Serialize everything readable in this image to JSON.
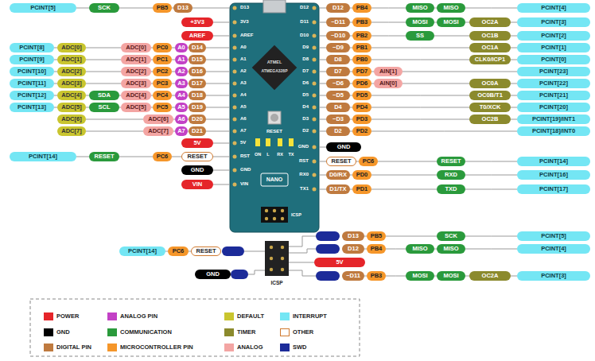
{
  "diagram": {
    "nodes": [
      {
        "text": [
          "PCINT[5]"
        ]
      },
      {
        "text": [
          "SCK"
        ]
      },
      {
        "text": [
          "PB5"
        ]
      },
      {
        "text": [
          "D13"
        ]
      },
      {
        "text": [
          "+3V3"
        ]
      },
      {
        "text": [
          "AREF"
        ]
      },
      {
        "text": [
          "PCINT[8]"
        ]
      },
      {
        "text": [
          "ADC[0]"
        ]
      },
      {
        "text": [
          "ADC[0]"
        ]
      },
      {
        "text": [
          "PC0"
        ]
      },
      {
        "text": [
          "A0"
        ]
      },
      {
        "text": [
          "D14"
        ]
      },
      {
        "text": [
          "PCINT[9]"
        ]
      },
      {
        "text": [
          "ADC[1]"
        ]
      },
      {
        "text": [
          "ADC[1]"
        ]
      },
      {
        "text": [
          "PC1"
        ]
      },
      {
        "text": [
          "A1"
        ]
      },
      {
        "text": [
          "D15"
        ]
      },
      {
        "text": [
          "PCINT[10]"
        ]
      },
      {
        "text": [
          "ADC[2]"
        ]
      },
      {
        "text": [
          "ADC[2]"
        ]
      },
      {
        "text": [
          "PC2"
        ]
      },
      {
        "text": [
          "A2"
        ]
      },
      {
        "text": [
          "D16"
        ]
      },
      {
        "text": [
          "PCINT[11]"
        ]
      },
      {
        "text": [
          "ADC[3]"
        ]
      },
      {
        "text": [
          "ADC[3]"
        ]
      },
      {
        "text": [
          "PC3"
        ]
      },
      {
        "text": [
          "A3"
        ]
      },
      {
        "text": [
          "D17"
        ]
      },
      {
        "text": [
          "PCINT[12]"
        ]
      },
      {
        "text": [
          "ADC[4]"
        ]
      },
      {
        "text": [
          "SDA"
        ]
      },
      {
        "text": [
          "ADC[4]"
        ]
      },
      {
        "text": [
          "PC4"
        ]
      },
      {
        "text": [
          "A4"
        ]
      },
      {
        "text": [
          "D18"
        ]
      },
      {
        "text": [
          "PCINT[13]"
        ]
      },
      {
        "text": [
          "ADC[5]"
        ]
      },
      {
        "text": [
          "SCL"
        ]
      },
      {
        "text": [
          "ADC[5]"
        ]
      },
      {
        "text": [
          "PC5"
        ]
      },
      {
        "text": [
          "A5"
        ]
      },
      {
        "text": [
          "D19"
        ]
      },
      {
        "text": [
          "ADC[6]"
        ]
      },
      {
        "text": [
          "ADC[6]"
        ]
      },
      {
        "text": [
          "A6"
        ]
      },
      {
        "text": [
          "D20"
        ]
      },
      {
        "text": [
          "ADC[7]"
        ]
      },
      {
        "text": [
          "ADC[7]"
        ]
      },
      {
        "text": [
          "A7"
        ]
      },
      {
        "text": [
          "D21"
        ]
      },
      {
        "text": [
          "5V"
        ]
      },
      {
        "text": [
          "PCINT[14]"
        ]
      },
      {
        "text": [
          "RESET"
        ]
      },
      {
        "text": [
          "PC6"
        ]
      },
      {
        "text": [
          "RESET"
        ]
      },
      {
        "text": [
          "GND"
        ]
      },
      {
        "text": [
          "VIN"
        ]
      },
      {
        "text": [
          "D12"
        ]
      },
      {
        "text": [
          "PB4"
        ]
      },
      {
        "text": [
          "MISO"
        ]
      },
      {
        "text": [
          "MISO"
        ]
      },
      {
        "text": [
          "PCINT[4]"
        ]
      },
      {
        "text": [
          "~D11"
        ]
      },
      {
        "text": [
          "PB3"
        ]
      },
      {
        "text": [
          "MOSI"
        ]
      },
      {
        "text": [
          "MOSI"
        ]
      },
      {
        "text": [
          "OC2A"
        ]
      },
      {
        "text": [
          "PCINT[3]"
        ]
      },
      {
        "text": [
          "~D10"
        ]
      },
      {
        "text": [
          "PB2"
        ]
      },
      {
        "text": [
          "SS"
        ]
      },
      {
        "text": [
          "OC1B"
        ]
      },
      {
        "text": [
          "PCINT[2]"
        ]
      },
      {
        "text": [
          "~D9"
        ]
      },
      {
        "text": [
          "PB1"
        ]
      },
      {
        "text": [
          "OC1A"
        ]
      },
      {
        "text": [
          "PCINT[1]"
        ]
      },
      {
        "text": [
          "D8"
        ]
      },
      {
        "text": [
          "PB0"
        ]
      },
      {
        "text": [
          "CLK0/ICP1"
        ]
      },
      {
        "text": [
          "PCINT[0]"
        ]
      },
      {
        "text": [
          "D7"
        ]
      },
      {
        "text": [
          "PD7"
        ]
      },
      {
        "text": [
          "AIN[1]"
        ]
      },
      {
        "text": [
          "PCINT[23]"
        ]
      },
      {
        "text": [
          "~D6"
        ]
      },
      {
        "text": [
          "PD6"
        ]
      },
      {
        "text": [
          "AIN[0]"
        ]
      },
      {
        "text": [
          "OC0A"
        ]
      },
      {
        "text": [
          "PCINT[22]"
        ]
      },
      {
        "text": [
          "~D5"
        ]
      },
      {
        "text": [
          "PD5"
        ]
      },
      {
        "text": [
          "OC0B/T1"
        ]
      },
      {
        "text": [
          "PCINT[21]"
        ]
      },
      {
        "text": [
          "D4"
        ]
      },
      {
        "text": [
          "PD4"
        ]
      },
      {
        "text": [
          "T0/XCK"
        ]
      },
      {
        "text": [
          "PCINT[20]"
        ]
      },
      {
        "text": [
          "~D3"
        ]
      },
      {
        "text": [
          "PD3"
        ]
      },
      {
        "text": [
          "OC2B"
        ]
      },
      {
        "text": [
          "PCINT[19]/INT1"
        ]
      },
      {
        "text": [
          "D2"
        ]
      },
      {
        "text": [
          "PD2"
        ]
      },
      {
        "text": [
          "PCINT[18]/INT0"
        ]
      },
      {
        "text": [
          "GND"
        ]
      },
      {
        "text": [
          "RESET"
        ]
      },
      {
        "text": [
          "PC6"
        ]
      },
      {
        "text": [
          "RESET"
        ]
      },
      {
        "text": [
          "PCINT[14]"
        ]
      },
      {
        "text": [
          "D0/RX"
        ]
      },
      {
        "text": [
          "PD0"
        ]
      },
      {
        "text": [
          "RXD"
        ]
      },
      {
        "text": [
          "PCINT[16]"
        ]
      },
      {
        "text": [
          "D1/TX"
        ]
      },
      {
        "text": [
          "PD1"
        ]
      },
      {
        "text": [
          "TXD"
        ]
      },
      {
        "text": [
          "PCINT[17]"
        ]
      },
      {
        "text": [
          "PCINT[14]"
        ]
      },
      {
        "text": [
          "PC6"
        ]
      },
      {
        "text": [
          "RESET"
        ]
      },
      {
        "text": [
          "GND"
        ]
      },
      {
        "text": [
          "D13"
        ]
      },
      {
        "text": [
          "PB5"
        ]
      },
      {
        "text": [
          "SCK"
        ]
      },
      {
        "text": [
          "PCINT[5]"
        ]
      },
      {
        "text": [
          "D12"
        ]
      },
      {
        "text": [
          "PB4"
        ]
      },
      {
        "text": [
          "MISO"
        ]
      },
      {
        "text": [
          "MISO"
        ]
      },
      {
        "text": [
          "PCINT[4]"
        ]
      },
      {
        "text": [
          "5V"
        ]
      },
      {
        "text": [
          "~D11"
        ]
      },
      {
        "text": [
          "PB3"
        ]
      },
      {
        "text": [
          "MOSI"
        ]
      },
      {
        "text": [
          "MOSI"
        ]
      },
      {
        "text": [
          "OC2A"
        ]
      },
      {
        "text": [
          "PCINT[3]"
        ]
      }
    ],
    "edges": [
      {
        "from": 0,
        "to": 1,
        "arrow": "none"
      },
      {
        "from": 1,
        "to": 2,
        "arrow": "none"
      },
      {
        "from": 2,
        "to": 3,
        "arrow": "none"
      },
      {
        "from": 6,
        "to": 7,
        "arrow": "none"
      },
      {
        "from": 7,
        "to": 8,
        "arrow": "none"
      },
      {
        "from": 8,
        "to": 9,
        "arrow": "none"
      },
      {
        "from": 9,
        "to": 10,
        "arrow": "none"
      },
      {
        "from": 10,
        "to": 11,
        "arrow": "none"
      },
      {
        "from": 12,
        "to": 13,
        "arrow": "none"
      },
      {
        "from": 13,
        "to": 14,
        "arrow": "none"
      },
      {
        "from": 14,
        "to": 15,
        "arrow": "none"
      },
      {
        "from": 15,
        "to": 16,
        "arrow": "none"
      },
      {
        "from": 16,
        "to": 17,
        "arrow": "none"
      },
      {
        "from": 18,
        "to": 19,
        "arrow": "none"
      },
      {
        "from": 19,
        "to": 20,
        "arrow": "none"
      },
      {
        "from": 20,
        "to": 21,
        "arrow": "none"
      },
      {
        "from": 21,
        "to": 22,
        "arrow": "none"
      },
      {
        "from": 22,
        "to": 23,
        "arrow": "none"
      },
      {
        "from": 24,
        "to": 25,
        "arrow": "none"
      },
      {
        "from": 25,
        "to": 26,
        "arrow": "none"
      },
      {
        "from": 26,
        "to": 27,
        "arrow": "none"
      },
      {
        "from": 27,
        "to": 28,
        "arrow": "none"
      },
      {
        "from": 28,
        "to": 29,
        "arrow": "none"
      },
      {
        "from": 30,
        "to": 31,
        "arrow": "none"
      },
      {
        "from": 31,
        "to": 32,
        "arrow": "none"
      },
      {
        "from": 32,
        "to": 33,
        "arrow": "none"
      },
      {
        "from": 33,
        "to": 34,
        "arrow": "none"
      },
      {
        "from": 34,
        "to": 35,
        "arrow": "none"
      },
      {
        "from": 35,
        "to": 36,
        "arrow": "none"
      },
      {
        "from": 37,
        "to": 38,
        "arrow": "none"
      },
      {
        "from": 38,
        "to": 39,
        "arrow": "none"
      },
      {
        "from": 39,
        "to": 40,
        "arrow": "none"
      },
      {
        "from": 40,
        "to": 41,
        "arrow": "none"
      },
      {
        "from": 41,
        "to": 42,
        "arrow": "none"
      },
      {
        "from": 42,
        "to": 43,
        "arrow": "none"
      },
      {
        "from": 44,
        "to": 45,
        "arrow": "none"
      },
      {
        "from": 45,
        "to": 46,
        "arrow": "none"
      },
      {
        "from": 46,
        "to": 47,
        "arrow": "none"
      },
      {
        "from": 48,
        "to": 49,
        "arrow": "none"
      },
      {
        "from": 49,
        "to": 50,
        "arrow": "none"
      },
      {
        "from": 50,
        "to": 51,
        "arrow": "none"
      },
      {
        "from": 53,
        "to": 54,
        "arrow": "none"
      },
      {
        "from": 54,
        "to": 55,
        "arrow": "none"
      },
      {
        "from": 55,
        "to": 56,
        "arrow": "none"
      },
      {
        "from": 59,
        "to": 60,
        "arrow": "none"
      },
      {
        "from": 60,
        "to": 61,
        "arrow": "none"
      },
      {
        "from": 61,
        "to": 62,
        "arrow": "none"
      },
      {
        "from": 62,
        "to": 63,
        "arrow": "none"
      },
      {
        "from": 64,
        "to": 65,
        "arrow": "none"
      },
      {
        "from": 65,
        "to": 66,
        "arrow": "none"
      },
      {
        "from": 66,
        "to": 67,
        "arrow": "none"
      },
      {
        "from": 67,
        "to": 68,
        "arrow": "none"
      },
      {
        "from": 68,
        "to": 69,
        "arrow": "none"
      },
      {
        "from": 70,
        "to": 71,
        "arrow": "none"
      },
      {
        "from": 71,
        "to": 72,
        "arrow": "none"
      },
      {
        "from": 72,
        "to": 73,
        "arrow": "none"
      },
      {
        "from": 73,
        "to": 74,
        "arrow": "none"
      },
      {
        "from": 75,
        "to": 76,
        "arrow": "none"
      },
      {
        "from": 76,
        "to": 77,
        "arrow": "none"
      },
      {
        "from": 77,
        "to": 78,
        "arrow": "none"
      },
      {
        "from": 79,
        "to": 80,
        "arrow": "none"
      },
      {
        "from": 80,
        "to": 81,
        "arrow": "none"
      },
      {
        "from": 81,
        "to": 82,
        "arrow": "none"
      },
      {
        "from": 83,
        "to": 84,
        "arrow": "none"
      },
      {
        "from": 84,
        "to": 85,
        "arrow": "none"
      },
      {
        "from": 85,
        "to": 86,
        "arrow": "none"
      },
      {
        "from": 87,
        "to": 88,
        "arrow": "none"
      },
      {
        "from": 88,
        "to": 89,
        "arrow": "none"
      },
      {
        "from": 89,
        "to": 90,
        "arrow": "none"
      },
      {
        "from": 90,
        "to": 91,
        "arrow": "none"
      },
      {
        "from": 92,
        "to": 93,
        "arrow": "none"
      },
      {
        "from": 93,
        "to": 94,
        "arrow": "none"
      },
      {
        "from": 94,
        "to": 95,
        "arrow": "none"
      },
      {
        "from": 96,
        "to": 97,
        "arrow": "none"
      },
      {
        "from": 97,
        "to": 98,
        "arrow": "none"
      },
      {
        "from": 98,
        "to": 99,
        "arrow": "none"
      },
      {
        "from": 100,
        "to": 101,
        "arrow": "none"
      },
      {
        "from": 101,
        "to": 102,
        "arrow": "none"
      },
      {
        "from": 102,
        "to": 103,
        "arrow": "none"
      },
      {
        "from": 104,
        "to": 105,
        "arrow": "none"
      },
      {
        "from": 105,
        "to": 106,
        "arrow": "none"
      },
      {
        "from": 108,
        "to": 109,
        "arrow": "none"
      },
      {
        "from": 109,
        "to": 110,
        "arrow": "none"
      },
      {
        "from": 110,
        "to": 111,
        "arrow": "none"
      },
      {
        "from": 112,
        "to": 113,
        "arrow": "none"
      },
      {
        "from": 113,
        "to": 114,
        "arrow": "none"
      },
      {
        "from": 114,
        "to": 115,
        "arrow": "none"
      },
      {
        "from": 116,
        "to": 117,
        "arrow": "none"
      },
      {
        "from": 117,
        "to": 118,
        "arrow": "none"
      },
      {
        "from": 118,
        "to": 119,
        "arrow": "none"
      },
      {
        "from": 120,
        "to": 121,
        "arrow": "none"
      },
      {
        "from": 121,
        "to": 122,
        "arrow": "none"
      },
      {
        "from": 124,
        "to": 125,
        "arrow": "none"
      },
      {
        "from": 125,
        "to": 126,
        "arrow": "none"
      },
      {
        "from": 126,
        "to": 127,
        "arrow": "none"
      },
      {
        "from": 128,
        "to": 129,
        "arrow": "none"
      },
      {
        "from": 129,
        "to": 130,
        "arrow": "none"
      },
      {
        "from": 130,
        "to": 131,
        "arrow": "none"
      },
      {
        "from": 131,
        "to": 132,
        "arrow": "none"
      },
      {
        "from": 134,
        "to": 135,
        "arrow": "none"
      },
      {
        "from": 135,
        "to": 136,
        "arrow": "none"
      },
      {
        "from": 136,
        "to": 137,
        "arrow": "none"
      },
      {
        "from": 137,
        "to": 138,
        "arrow": "none"
      },
      {
        "from": 138,
        "to": 139,
        "arrow": "none"
      }
    ],
    "labels": [
      "D13",
      "3V3",
      "AREF",
      "A0",
      "A1",
      "A2",
      "A3",
      "A4",
      "A5",
      "A6",
      "A7",
      "5V",
      "RST",
      "GND",
      "VIN",
      "D12",
      "D11",
      "D10",
      "D9",
      "D8",
      "D7",
      "D6",
      "D5",
      "D4",
      "D3",
      "D2",
      "GND",
      "RST",
      "RX0",
      "TX1",
      "ATMEL",
      "ATMEGA328P",
      "RESET",
      "ON",
      "L",
      "RX",
      "TX",
      "NANO",
      "ICSP",
      "ICSP"
    ],
    "legend": [
      {
        "text": "POWER",
        "color": "#e5252a"
      },
      {
        "text": "ANALOG PIN",
        "color": "#c341c6"
      },
      {
        "text": "DEFAULT",
        "color": "#c9c52f"
      },
      {
        "text": "INTERRUPT",
        "color": "#74e6f4"
      },
      {
        "text": "GND",
        "color": "#000000"
      },
      {
        "text": "COMMUNICATION",
        "color": "#2a9a3c"
      },
      {
        "text": "TIMER",
        "color": "#8b8a2d"
      },
      {
        "text": "OTHER"
      },
      {
        "text": "DIGITAL PIN",
        "color": "#bf7a3f"
      },
      {
        "text": "MICROCONTROLLER PIN",
        "color": "#f5962a"
      },
      {
        "text": "ANALOG",
        "color": "#f3a5a3"
      },
      {
        "text": "SWD",
        "color": "#1c2b99"
      }
    ]
  }
}
